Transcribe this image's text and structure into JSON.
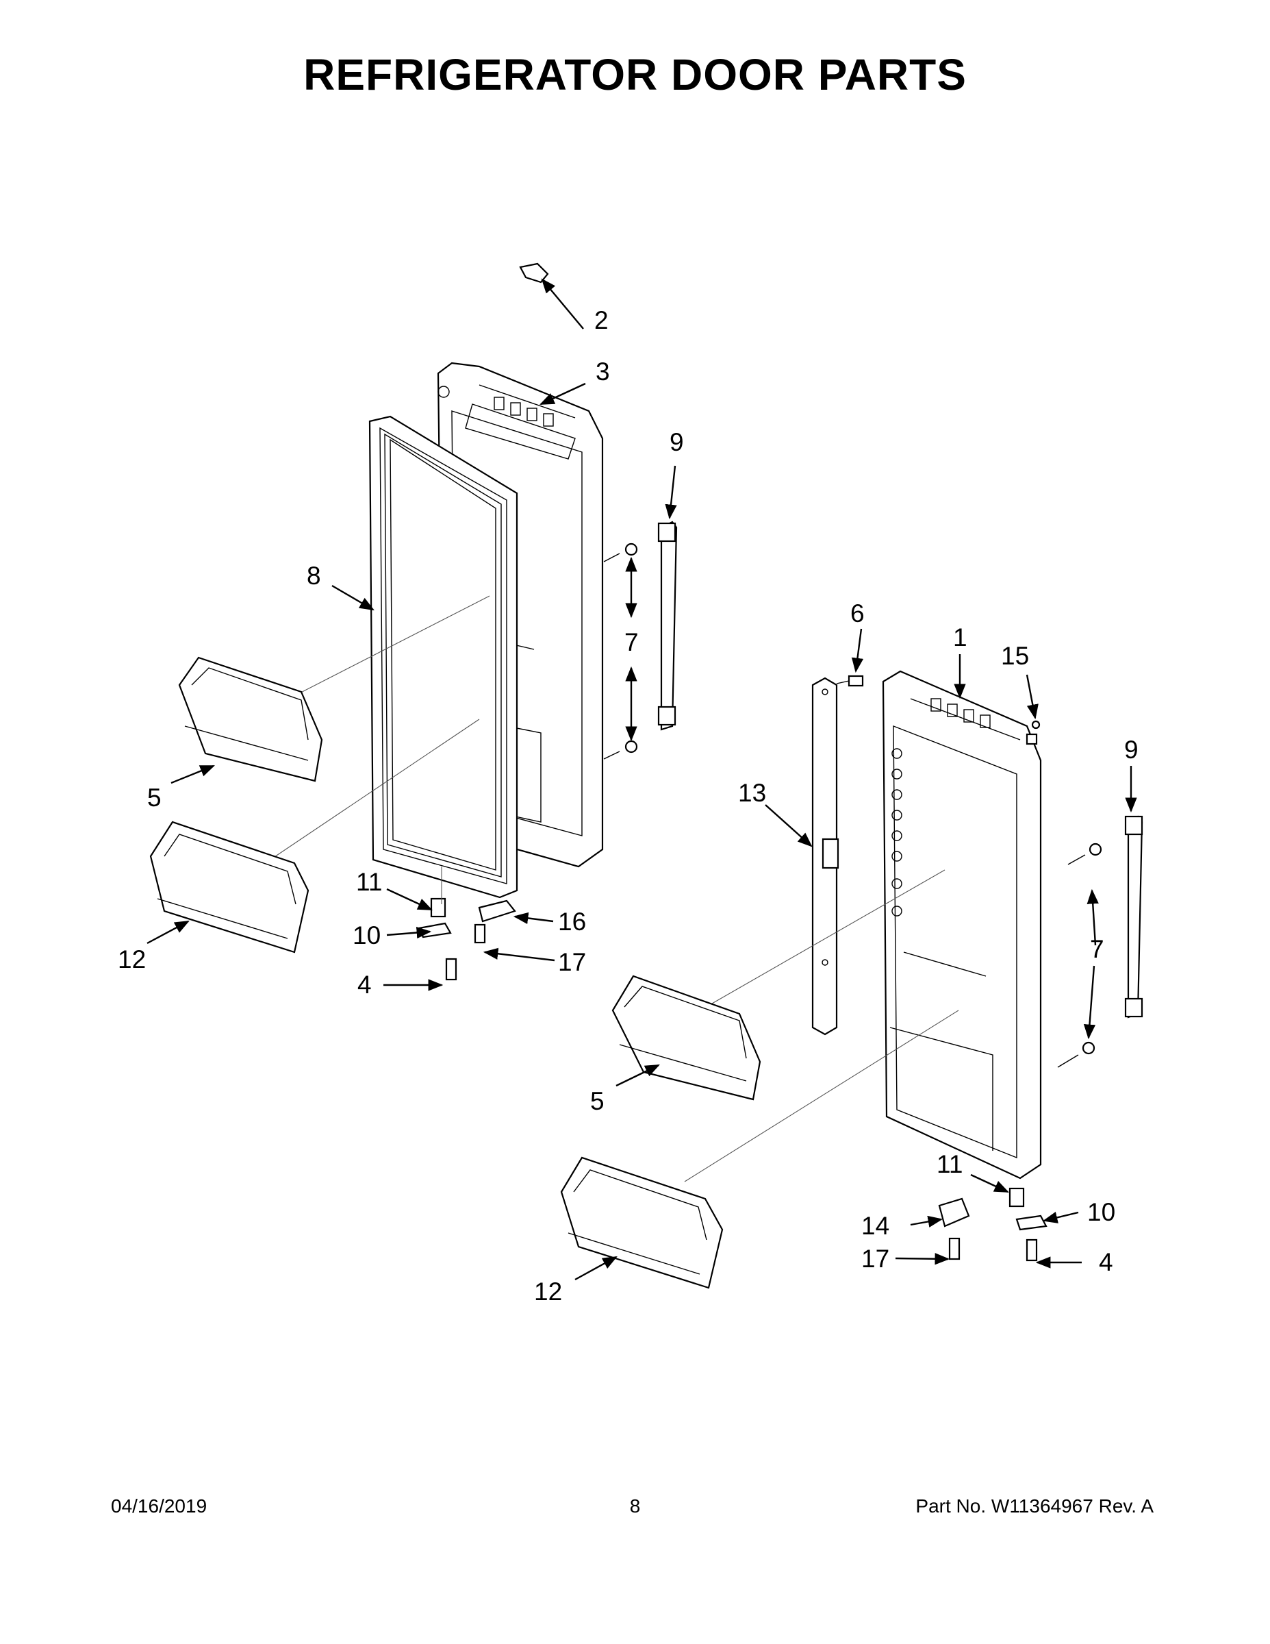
{
  "title": "REFRIGERATOR DOOR PARTS",
  "footer": {
    "date": "04/16/2019",
    "page": "8",
    "part_no": "Part No.  W11364967  Rev.  A"
  },
  "callouts": {
    "c2": "2",
    "c3": "3",
    "c9a": "9",
    "c8": "8",
    "c7a": "7",
    "c6": "6",
    "c1": "1",
    "c15": "15",
    "c9b": "9",
    "c5a": "5",
    "c13": "13",
    "c12a": "12",
    "c11a": "11",
    "c16": "16",
    "c10a": "10",
    "c17a": "17",
    "c4a": "4",
    "c7b": "7",
    "c5b": "5",
    "c11b": "11",
    "c14": "14",
    "c10b": "10",
    "c17b": "17",
    "c4b": "4",
    "c12b": "12"
  }
}
